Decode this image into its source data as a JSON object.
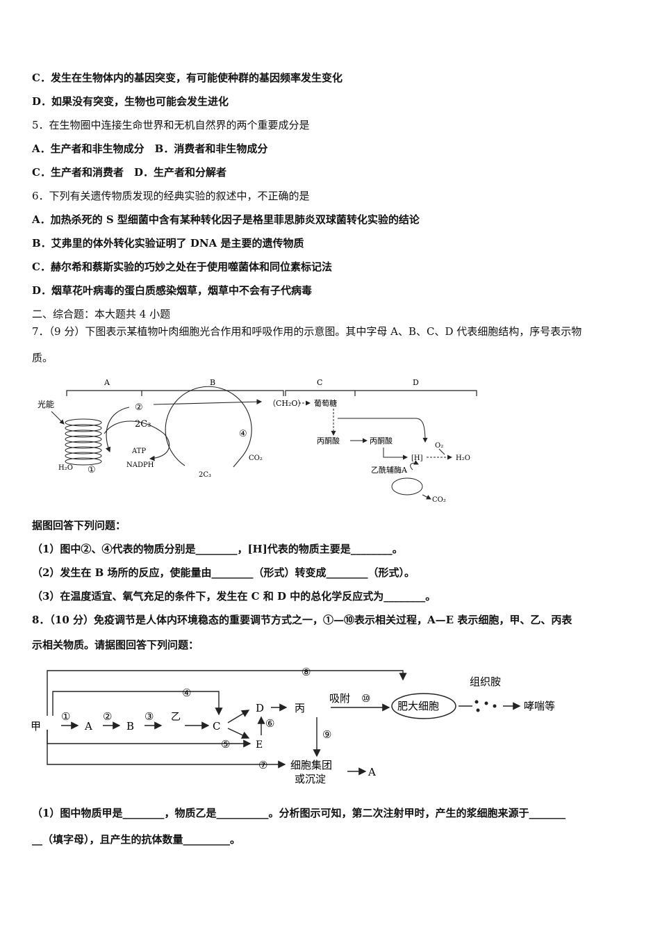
{
  "lines": {
    "l1": "C．发生在生物体内的基因突变，有可能使种群的基因频率发生变化",
    "l2": "D．如果没有突变，生物也可能会发生进化",
    "l3": "5．在生物圈中连接生命世界和无机自然界的两个重要成分是",
    "l4": "A．生产者和非生物成分　B．消费者和非生物成分",
    "l5": "C．生产者和消费者　D．生产者和分解者",
    "l6": "6．下列有关遗传物质发现的经典实验的叙述中，不正确的是",
    "l7": "A．加热杀死的 S 型细菌中含有某种转化因子是格里菲思肺炎双球菌转化实验的结论",
    "l8": "B．艾弗里的体外转化实验证明了 DNA 是主要的遗传物质",
    "l9": "C．赫尔希和蔡斯实验的巧妙之处在于使用噬菌体和同位素标记法",
    "l10": "D．烟草花叶病毒的蛋白质感染烟草，烟草中不会有子代病毒",
    "l11": "二、综合题：本大题共 4 小题",
    "l12": "7．（9 分）下图表示某植物叶肉细胞光合作用和呼吸作用的示意图。其中字母 A、B、C、D 代表细胞结构，序号表示物",
    "l13": "质。",
    "l14": "据图回答下列问题：",
    "l15": "（1）图中②、④代表的物质分别是________，[H]代表的物质主要是________。",
    "l16": "（2）发生在 B 场所的反应，使能量由________（形式）转变成________（形式）。",
    "l17": "（3）在温度适宜、氧气充足的条件下，发生在 C 和 D 中的总化学反应式为________。",
    "l18": "8．（10 分）免疫调节是人体内环境稳态的重要调节方式之一，①—⑩表示相关过程，A—E 表示细胞，甲、乙、丙表",
    "l19": "示相关物质。请据图回答下列问题：",
    "l20": "（1）图中物质甲是________，物质乙是__________。分析图示可知，第二次注射甲时，产生的浆细胞来源于_______",
    "l21": "__（填字母），且产生的抗体数量_________。"
  },
  "figure1": {
    "A": "A",
    "B": "B",
    "C": "C",
    "D": "D",
    "light": "光能",
    "c2": "②",
    "c3": "2C₃",
    "c4": "④",
    "c1": "①",
    "atp": "ATP",
    "nadph": "NADPH",
    "h2o_in": "H₂O",
    "ch2o": "（CH₂O）",
    "glucose": "葡萄糖",
    "pyr1": "丙酮酸",
    "pyr2": "丙酮酸",
    "h": "[H]",
    "o2": "O₂",
    "h2o_out": "H₂O",
    "acoa": "乙酰辅酶A",
    "co2_in": "CO₂",
    "co2_out": "CO₂"
  },
  "figure2": {
    "jia": "甲",
    "n1": "①",
    "A": "A",
    "n2": "②",
    "B": "B",
    "n3": "③",
    "yi": "乙",
    "C": "C",
    "n4": "④",
    "D": "D",
    "n6": "⑥",
    "E": "E",
    "n5": "⑤",
    "bing": "丙",
    "adsorb": "吸附",
    "n10": "⑩",
    "mast": "肥大细胞",
    "histamine": "组织胺",
    "asthma": "哮喘等",
    "n8": "⑧",
    "n9": "⑨",
    "n7": "⑦",
    "cluster1": "细胞集团",
    "cluster2": "或沉淀",
    "A2": "A"
  }
}
